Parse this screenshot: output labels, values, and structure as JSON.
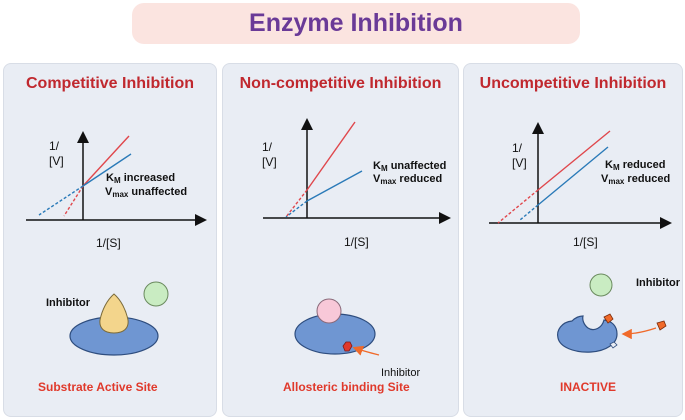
{
  "title": "Enzyme Inhibition",
  "panels": [
    {
      "title": "Competitive Inhibition",
      "y_axis_label_top": "1/",
      "y_axis_label_bottom": "[V]",
      "x_axis_label": "1/[S]",
      "effect_km": "increased",
      "effect_vmax": "unaffected",
      "enzyme_label": "Inhibitor",
      "site_label": "Substrate Active Site"
    },
    {
      "title": "Non-competitive Inhibition",
      "y_axis_label_top": "1/",
      "y_axis_label_bottom": "[V]",
      "x_axis_label": "1/[S]",
      "effect_km": "unaffected",
      "effect_vmax": "reduced",
      "enzyme_label": "Inhibitor",
      "site_label": "Allosteric binding Site"
    },
    {
      "title": "Uncompetitive Inhibition",
      "y_axis_label_top": "1/",
      "y_axis_label_bottom": "[V]",
      "x_axis_label": "1/[S]",
      "effect_km": "reduced",
      "effect_vmax": "reduced",
      "enzyme_label": "Inhibitor",
      "site_label": "INACTIVE"
    }
  ],
  "km_symbol": "K",
  "km_sub": "M",
  "vmax_symbol": "V",
  "vmax_sub": "max",
  "colors": {
    "title_bg": "#fbe4e0",
    "title_text": "#6a3a97",
    "panel_title": "#c0282e",
    "site_label": "#e0392b",
    "inhibited_line": "#e0474c",
    "normal_line": "#2a7ab8",
    "enzyme": "#6f96d2",
    "substrate": "#f3d58c",
    "inhibitor": "#c9ecc2",
    "allosteric_substrate": "#f8c8d8",
    "allosteric_marker": "#f06a2a"
  }
}
